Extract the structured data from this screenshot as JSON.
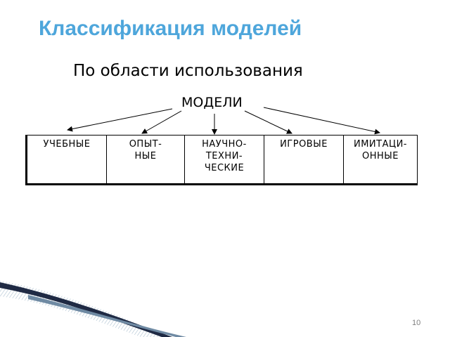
{
  "slide": {
    "title": "Классификация моделей",
    "subtitle": "По области использования",
    "root": "МОДЕЛИ",
    "categories": [
      "УЧЕБНЫЕ",
      "ОПЫТ-\nНЫЕ",
      "НАУЧНО-\nТЕХНИ-\nЧЕСКИЕ",
      "ИГРОВЫЕ",
      "ИМИТАЦИ-\nОННЫЕ"
    ],
    "page_number": "10"
  },
  "colors": {
    "title": "#4ea6db",
    "page_number": "#7f7f7f"
  }
}
